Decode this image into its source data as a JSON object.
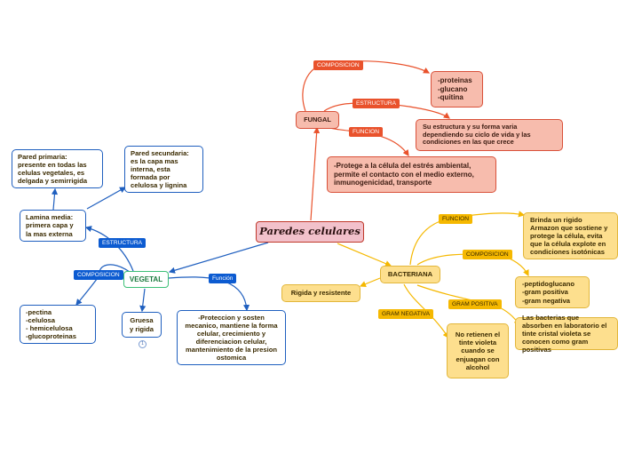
{
  "central": {
    "label": "Paredes celulares"
  },
  "fungal": {
    "label": "FUNGAL",
    "tags": {
      "composicion": "COMPOSICION",
      "estructura": "ESTRUCTURA",
      "funcion": "FUNCION"
    },
    "composicion_text": "-proteinas\n-glucano\n-quitina",
    "estructura_text": "Su estructura y su forma varia dependiendo su ciclo de vida y las condiciones en las que crece",
    "funcion_text": "-Protege a la célula del estrés ambiental, permite el contacto con el medio externo, inmunogenicidad, transporte"
  },
  "vegetal": {
    "label": "VEGETAL",
    "tags": {
      "estructura": "ESTRUCTURA",
      "composicion": "COMPOSICION",
      "funcion": "Función"
    },
    "lamina_media": "Lamina media: primera capa y la mas externa",
    "pared_primaria": "Pared primaria: presente en todas las celulas vegetales, es delgada y semirrigida",
    "pared_secundaria": "Pared secundaria: es la capa mas interna, esta formada por celulosa y lignina",
    "composicion_text": "-pectina\n-celulosa\n- hemicelulosa\n  -glucoproteinas",
    "gruesa_text": "Gruesa\ny rigida",
    "badge": "1",
    "funcion_text": "-Proteccion y sosten mecanico, mantiene la forma celular, crecimiento y diferenciacion celular, mantenimiento de la presion ostomica"
  },
  "bacteriana": {
    "label": "BACTERIANA",
    "tags": {
      "funcion": "FUNCION",
      "composicion": "COMPOSICION",
      "gram_positiva": "GRAM POSITIVA",
      "gram_negativa": "GRAM NEGATIVA"
    },
    "rigida_text": "Rigida y resistente",
    "funcion_text": "Brinda un rigido Armazon que sostiene y protege la célula, evita que la célula explote en condiciones isotónicas",
    "composicion_text": "-peptidoglucano\n-gram positiva\n-gram negativa",
    "gram_positiva_text": "Las bacterias que absorben en laboratorio el tinte cristal violeta se conocen como gram positivas",
    "gram_negativa_text": "No retienen el tinte violeta cuando se enjuagan con alcohol"
  },
  "colors": {
    "blue": "#1f5fbf",
    "red": "#e9522c",
    "yellow": "#f5b800",
    "green": "#3cbf76",
    "central": "#f2c1cb"
  }
}
